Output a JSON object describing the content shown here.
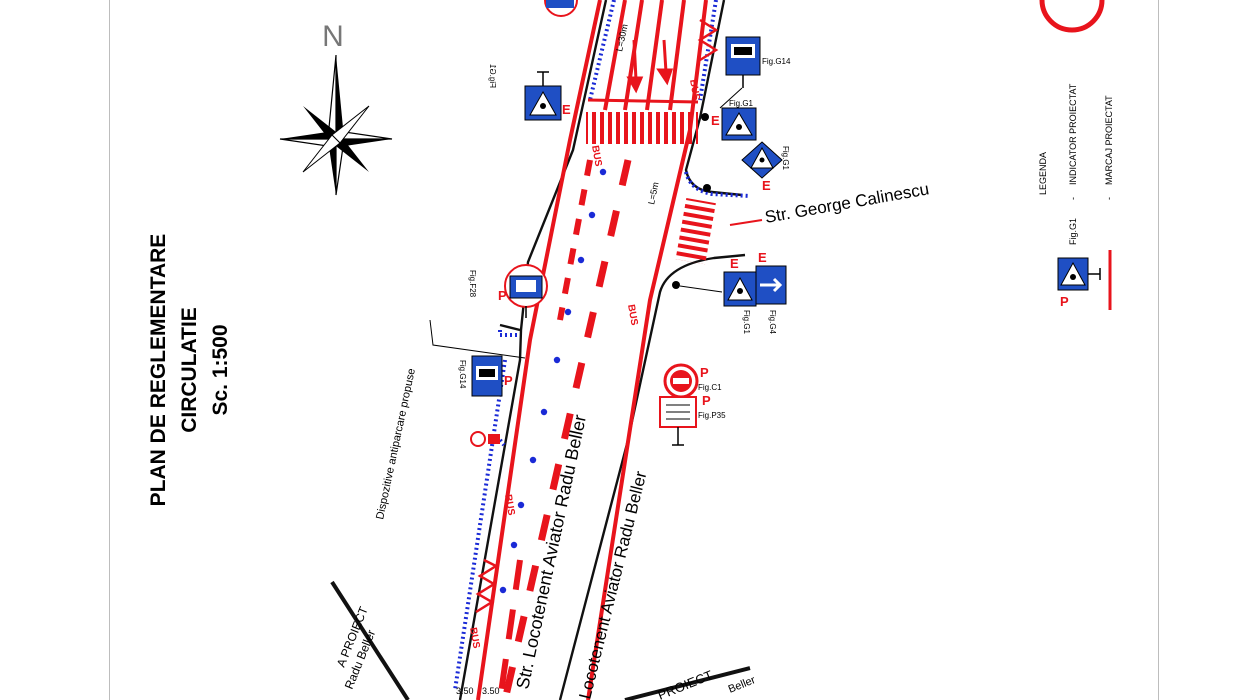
{
  "title": {
    "line1": "PLAN DE REGLEMENTARE",
    "line2": "CIRCULATIE",
    "scale": "Sc. 1:500"
  },
  "compass": {
    "north_label": "N"
  },
  "streets": {
    "main_inner": "Str. Locotenent Aviator Radu Beller",
    "main_outer": "Locotenent Aviator Radu Beller",
    "side": "Str. George Calinescu",
    "bottom_left_a": "Radu Beller",
    "bottom_left_b": "A PROIECT",
    "bottom_right_a": "PROIECT",
    "bottom_right_b": "Beller"
  },
  "annotations": {
    "anti_parking": "Dispozitive antiparcare propuse",
    "len_top": "L=30m",
    "len_mid": "L=5m",
    "width_a": "3.50",
    "width_b": "3.50"
  },
  "sign_labels": {
    "g14_top": "Fig.G14",
    "g1_top": "Fig.G1",
    "g1_left": "Fig.G1",
    "g1_right": "Fig.G1",
    "g1_lower": "Fig.G1",
    "g4": "Fig.G4",
    "f28": "Fig.F28",
    "g14_left": "Fig.G14",
    "c1": "Fig.C1",
    "p35": "Fig.P35"
  },
  "markers": {
    "bus": "BUS",
    "p": "P",
    "e": "E"
  },
  "legend": {
    "title": "LEGENDA",
    "item1_fig": "Fig.G1",
    "item1_desc": "INDICATOR PROIECTAT",
    "item2_desc": "MARCAJ PROIECTAT",
    "sep": "-"
  },
  "colors": {
    "marking_red": "#e8141c",
    "sign_blue": "#1f4fc4",
    "dots_blue": "#1a2ad6",
    "curb_black": "#111111"
  }
}
